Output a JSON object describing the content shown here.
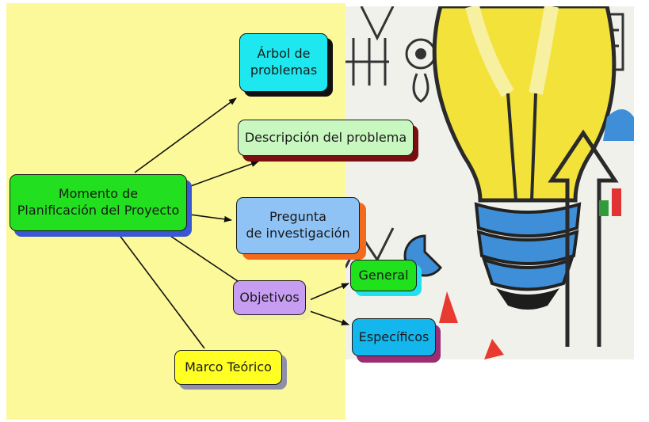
{
  "diagram": {
    "nodes": {
      "root": {
        "label": "Momento de\nPlanificación del Proyecto",
        "fill": "#22e01f",
        "shadow": "#3a57d6"
      },
      "arbol": {
        "label": "Árbol de\nproblemas",
        "fill": "#1ee8ef",
        "shadow": "#101010"
      },
      "descripcion": {
        "label": "Descripción del problema",
        "fill": "#c9f7c0",
        "shadow": "#7a0f12"
      },
      "pregunta": {
        "label": "Pregunta\nde investigación",
        "fill": "#8fc3f6",
        "shadow": "#f56a1a"
      },
      "objetivos": {
        "label": "Objetivos",
        "fill": "#c79df2",
        "shadow": "#f3f1a0"
      },
      "general": {
        "label": "General",
        "fill": "#1fe21c",
        "shadow": "#22e1ee"
      },
      "especificos": {
        "label": "Específicos",
        "fill": "#13b7ee",
        "shadow": "#9a2d74"
      },
      "marco": {
        "label": "Marco Teórico",
        "fill": "#ffff24",
        "shadow": "#8f8fa8"
      }
    },
    "edges": [
      {
        "from": "root",
        "to": "arbol",
        "arrow": true
      },
      {
        "from": "root",
        "to": "descripcion",
        "arrow": true
      },
      {
        "from": "root",
        "to": "pregunta",
        "arrow": true
      },
      {
        "from": "root",
        "to": "objetivos",
        "arrow": false
      },
      {
        "from": "root",
        "to": "marco",
        "arrow": false
      },
      {
        "from": "objetivos",
        "to": "general",
        "arrow": true
      },
      {
        "from": "objetivos",
        "to": "especificos",
        "arrow": true
      }
    ]
  },
  "colors": {
    "background": "#fbf99a",
    "line": "#111111",
    "photo_yellow": "#f2e23a",
    "photo_blue": "#3f8fd8"
  },
  "image": {
    "subject": "light-bulb-sketch-icon"
  }
}
